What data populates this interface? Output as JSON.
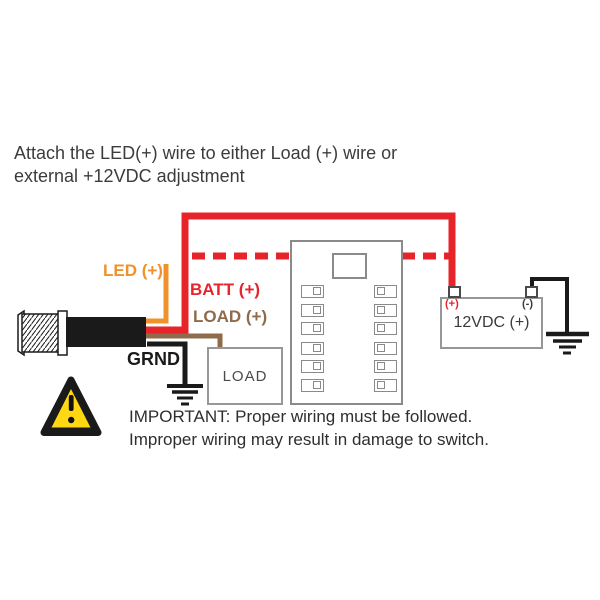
{
  "instruction": {
    "line1": "Attach the LED(+) wire to either Load (+) wire or",
    "line2": "external +12VDC adjustment"
  },
  "wire_labels": {
    "led": "LED (+)",
    "batt": "BATT (+)",
    "load": "LOAD (+)",
    "ground": "GRND"
  },
  "load_box": {
    "label": "LOAD"
  },
  "battery": {
    "label": "12VDC (+)",
    "positive_terminal": "(+)",
    "negative_terminal": "(-)"
  },
  "warning": {
    "line1": "IMPORTANT: Proper wiring must be followed.",
    "line2": "Improper wiring may result in damage to switch."
  },
  "colors": {
    "led_wire": "#F0922B",
    "batt_wire": "#E8242B",
    "load_wire": "#8F6B4C",
    "ground_wire": "#1A1A1A",
    "warning_yellow": "#FFD813",
    "panel_border": "#8A8A8A",
    "text_dark": "#3C3C3C"
  }
}
